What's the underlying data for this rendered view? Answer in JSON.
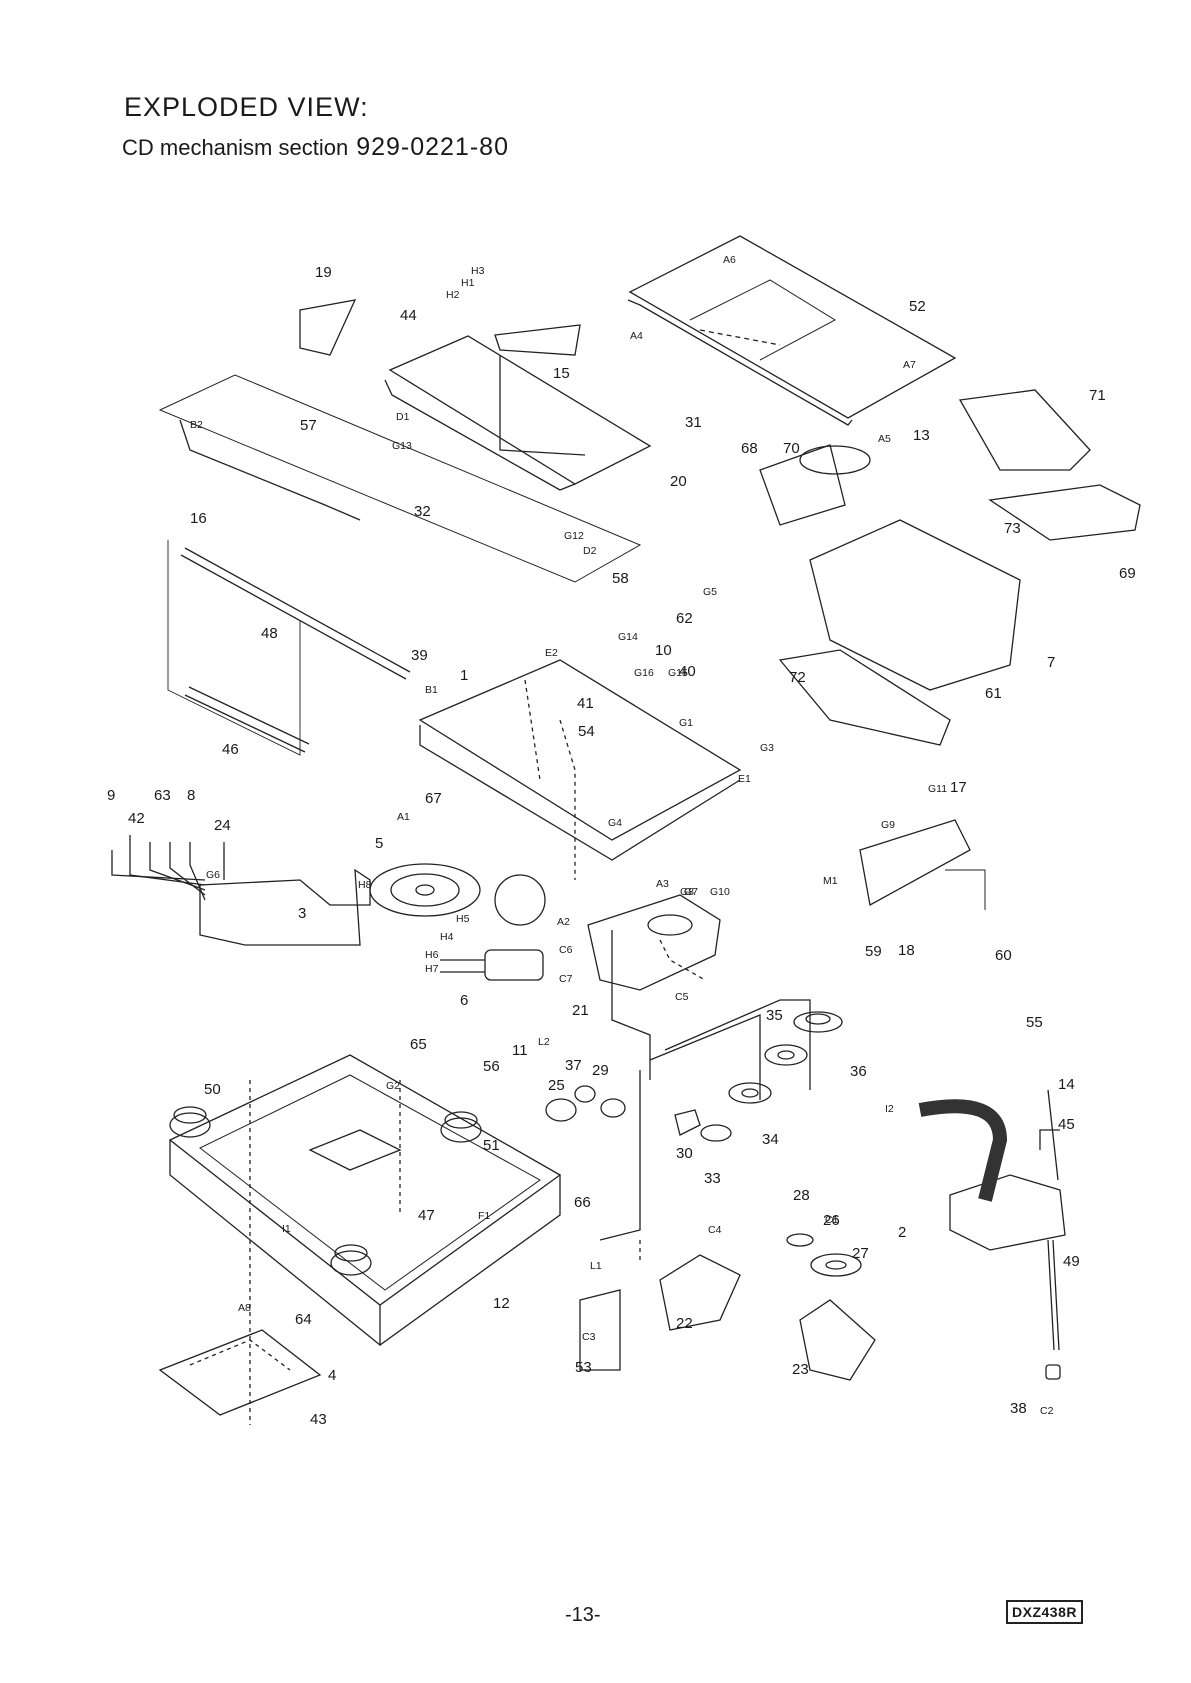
{
  "header": {
    "title": "EXPLODED VIEW:",
    "subtitle": "CD mechanism section",
    "part_number": "929-0221-80"
  },
  "footer": {
    "page_number": "-13-",
    "model_code": "DXZ438R"
  },
  "part_labels": [
    "1",
    "2",
    "3",
    "4",
    "5",
    "6",
    "7",
    "8",
    "9",
    "10",
    "11",
    "12",
    "13",
    "14",
    "15",
    "16",
    "17",
    "18",
    "19",
    "20",
    "21",
    "22",
    "23",
    "24",
    "25",
    "26",
    "27",
    "28",
    "29",
    "30",
    "31",
    "32",
    "33",
    "34",
    "35",
    "36",
    "37",
    "38",
    "39",
    "40",
    "41",
    "42",
    "43",
    "44",
    "45",
    "46",
    "47",
    "48",
    "49",
    "50",
    "51",
    "52",
    "53",
    "54",
    "55",
    "56",
    "57",
    "58",
    "59",
    "60",
    "61",
    "62",
    "63",
    "64",
    "65",
    "66",
    "67",
    "68",
    "69",
    "70",
    "71",
    "72",
    "73"
  ],
  "reference_labels": [
    "A1",
    "A2",
    "A3",
    "A4",
    "A5",
    "A6",
    "A7",
    "A8",
    "B1",
    "B2",
    "C1",
    "C2",
    "C3",
    "C4",
    "C5",
    "C6",
    "C7",
    "D1",
    "D2",
    "E1",
    "E2",
    "F1",
    "G1",
    "G2",
    "G3",
    "G4",
    "G5",
    "G6",
    "G7",
    "G8",
    "G9",
    "G10",
    "G11",
    "G12",
    "G13",
    "G14",
    "G15",
    "G16",
    "H1",
    "H2",
    "H3",
    "H4",
    "H5",
    "H6",
    "H7",
    "H8",
    "I1",
    "I2",
    "L1",
    "L2",
    "M1"
  ]
}
